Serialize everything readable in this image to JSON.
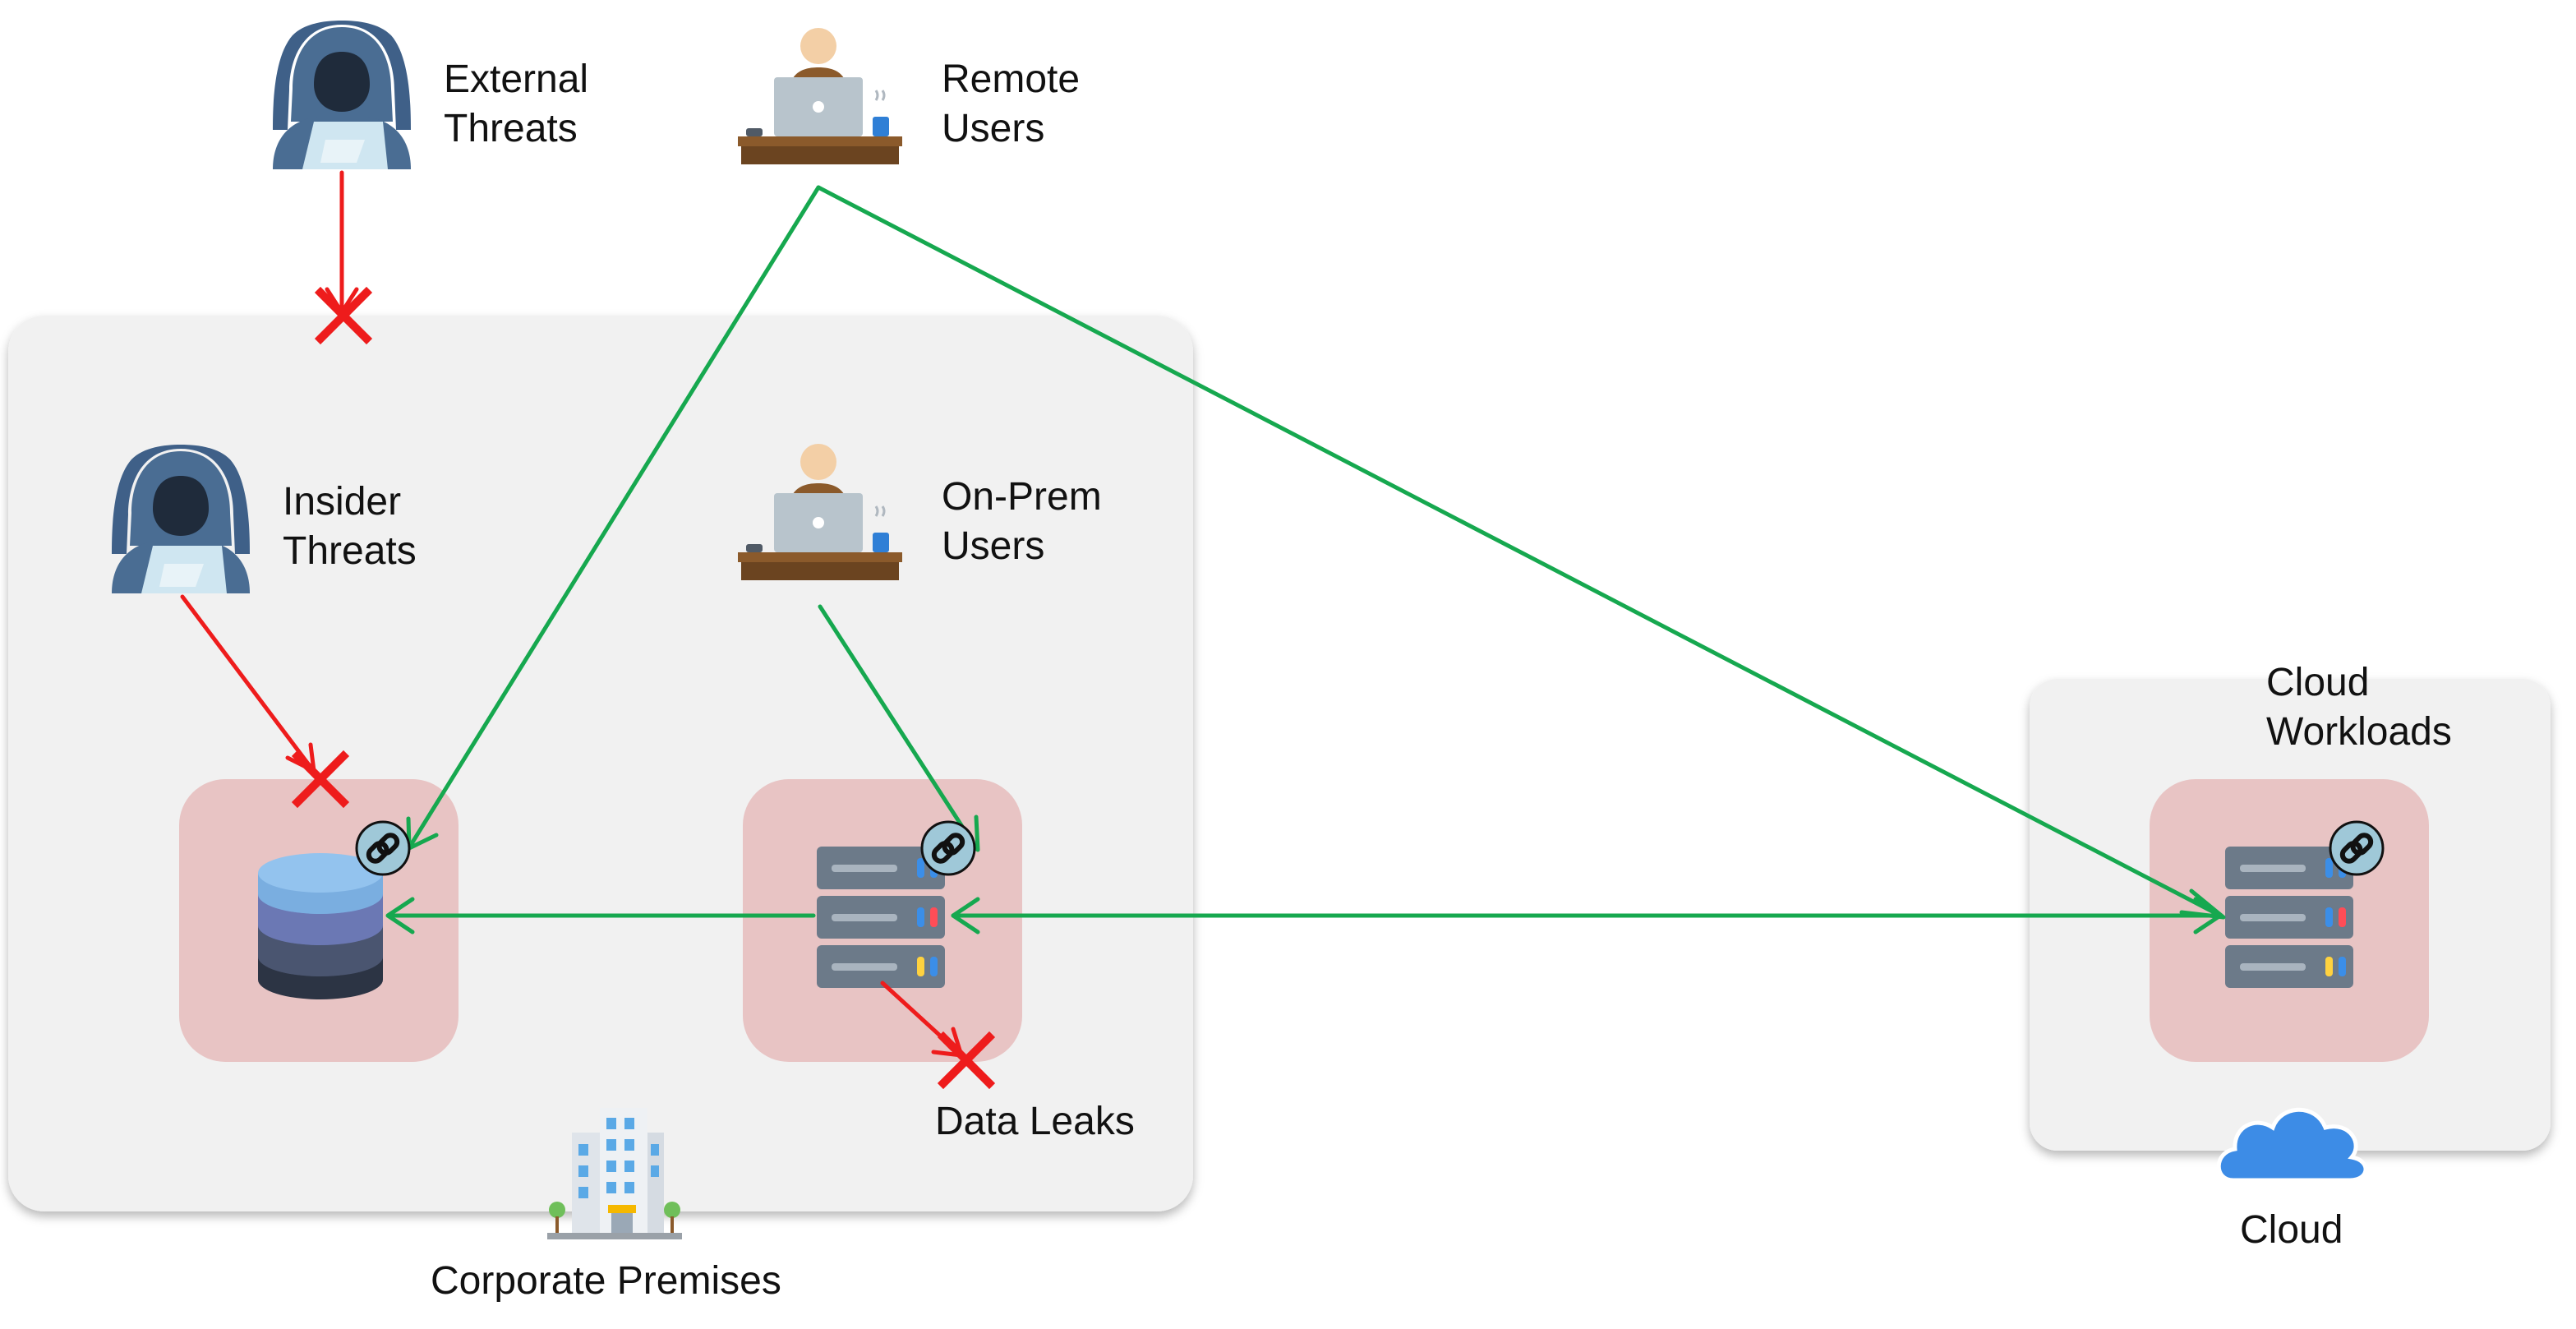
{
  "labels": {
    "external_threats": [
      "External",
      "Threats"
    ],
    "remote_users": [
      "Remote",
      "Users"
    ],
    "insider_threats": [
      "Insider",
      "Threats"
    ],
    "onprem_users": [
      "On-Prem",
      "Users"
    ],
    "cloud_workloads": [
      "Cloud",
      "Workloads"
    ],
    "data_leaks": "Data Leaks",
    "corporate_premises": "Corporate Premises",
    "cloud": "Cloud"
  },
  "colors": {
    "allowed_flow": "#16a84f",
    "blocked_flow": "#ee1c1c",
    "zone_background": "#f1f1f1",
    "protected_resource": "#e8c4c4",
    "hacker": "#4a6d93",
    "cloud_icon": "#3d8ce6"
  },
  "icons": {
    "threat": "hacker-icon",
    "user": "desk-user-icon",
    "database": "database-icon",
    "server": "server-icon",
    "link_badge": "link-icon",
    "blocked": "x-mark-icon",
    "building": "building-icon",
    "cloud": "cloud-icon"
  }
}
